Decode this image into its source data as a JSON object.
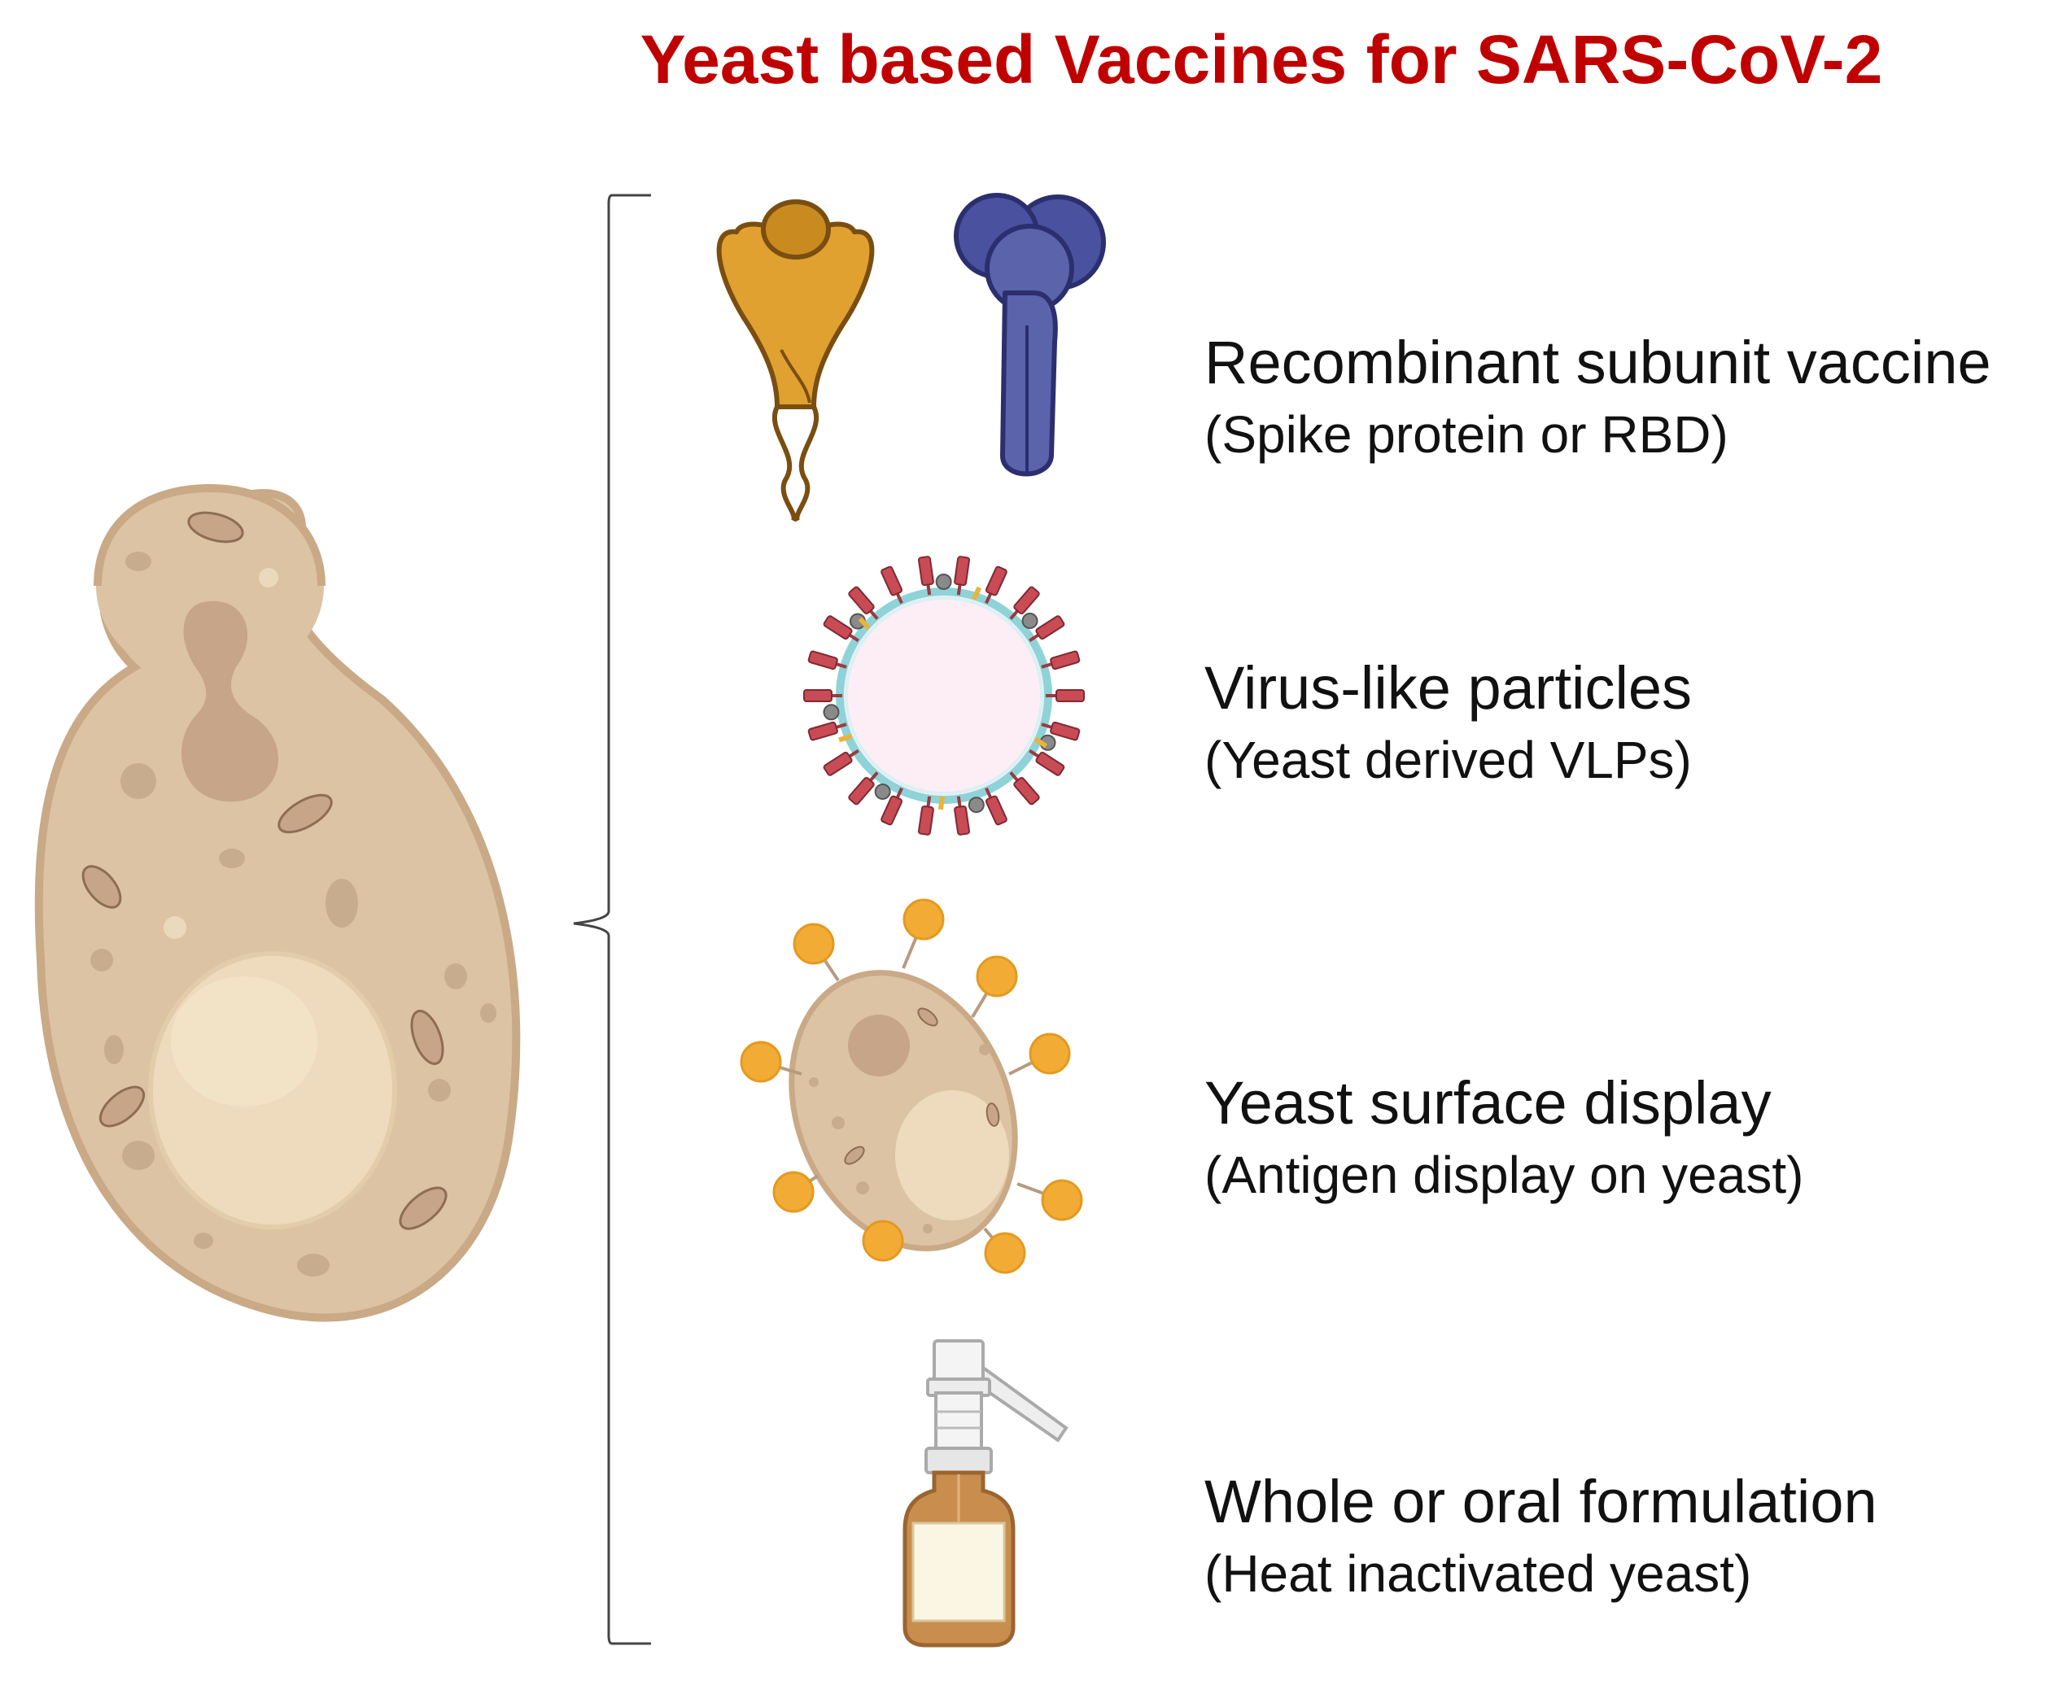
{
  "title": "Yeast based Vaccines for SARS-CoV-2",
  "items": [
    {
      "label": "Recombinant subunit vaccine",
      "sublabel": "(Spike protein or RBD)",
      "icon": "spike-protein-icon"
    },
    {
      "label": "Virus-like particles",
      "sublabel": "(Yeast derived VLPs)",
      "icon": "vlp-icon"
    },
    {
      "label": "Yeast surface display",
      "sublabel": "(Antigen display on yeast)",
      "icon": "yeast-display-icon"
    },
    {
      "label": "Whole or oral formulation",
      "sublabel": "(Heat inactivated yeast)",
      "icon": "spray-bottle-icon"
    }
  ],
  "colors": {
    "title": "#c00000",
    "yeast_body": "#dcc3a4",
    "yeast_outline": "#c9a986",
    "spike_gold": "#e0a130",
    "spike_blue": "#5b63ab",
    "vlp_spike": "#c84b55",
    "antigen": "#f2ac35"
  }
}
